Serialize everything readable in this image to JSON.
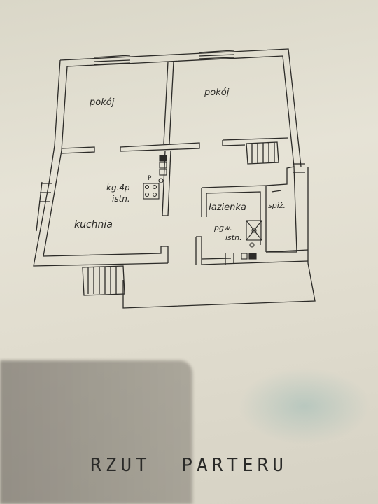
{
  "drawing": {
    "rooms": [
      {
        "id": "room-left",
        "label": "pokój"
      },
      {
        "id": "room-right",
        "label": "pokój"
      },
      {
        "id": "boiler",
        "label": "kg.4p"
      },
      {
        "id": "boiler-sub",
        "label": "istn."
      },
      {
        "id": "kitchen",
        "label": "kuchnia"
      },
      {
        "id": "bathroom",
        "label": "łazienka"
      },
      {
        "id": "pantry",
        "label": "spiż."
      },
      {
        "id": "heater",
        "label": "pgw."
      },
      {
        "id": "heater-sub",
        "label": "istn."
      },
      {
        "id": "stove-mark",
        "label": "P"
      }
    ],
    "title": "RZUT PARTERU"
  }
}
